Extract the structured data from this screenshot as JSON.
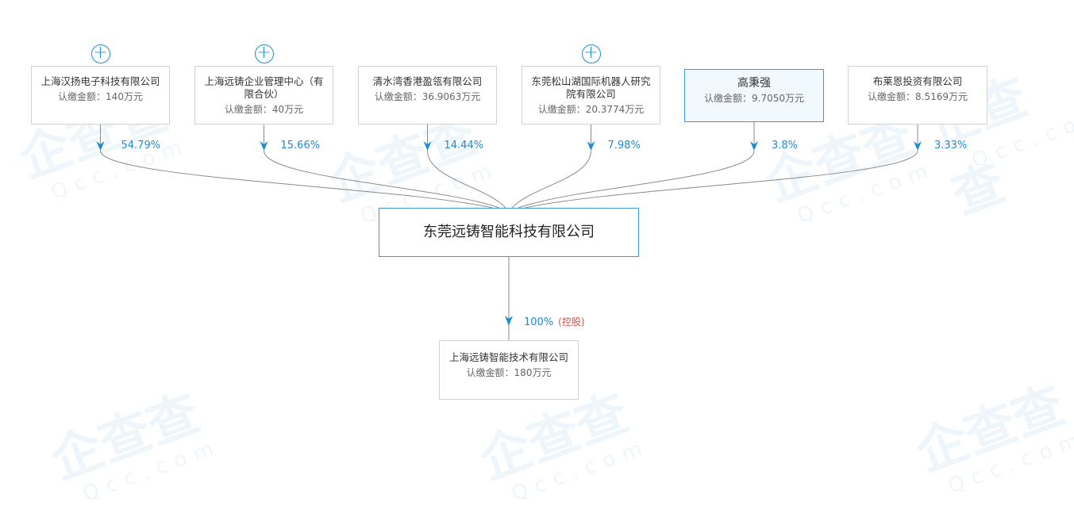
{
  "shareholders": [
    {
      "name": "上海汉扬电子科技有限公司",
      "amount": "认缴金额：140万元",
      "percent": "54.79%",
      "expandable": true
    },
    {
      "name": "上海远铸企业管理中心（有限合伙）",
      "amount": "认缴金额：40万元",
      "percent": "15.66%",
      "expandable": true
    },
    {
      "name": "清水湾香港盈瓴有限公司",
      "amount": "认缴金额：36.9063万元",
      "percent": "14.44%",
      "expandable": false
    },
    {
      "name": "东莞松山湖国际机器人研究院有限公司",
      "amount": "认缴金额：20.3774万元",
      "percent": "7.98%",
      "expandable": true
    },
    {
      "name": "高秉强",
      "amount": "认缴金额：9.7050万元",
      "percent": "3.8%",
      "expandable": false,
      "person": true
    },
    {
      "name": "布莱恩投资有限公司",
      "amount": "认缴金额：8.5169万元",
      "percent": "3.33%",
      "expandable": false
    }
  ],
  "center": {
    "name": "东莞远铸智能科技有限公司"
  },
  "subsidiary": {
    "name": "上海远铸智能技术有限公司",
    "amount": "认缴金额：180万元",
    "percent": "100%",
    "tag": "(控股)"
  },
  "colors": {
    "accent": "#1e8bd3",
    "control": "#d9534f",
    "line": "#8a8a8a"
  },
  "icons": {
    "expand": "plus-circle-icon",
    "arrow": "arrow-down-icon"
  },
  "watermark": {
    "brand": "企查查",
    "domain": "Qcc.com"
  }
}
